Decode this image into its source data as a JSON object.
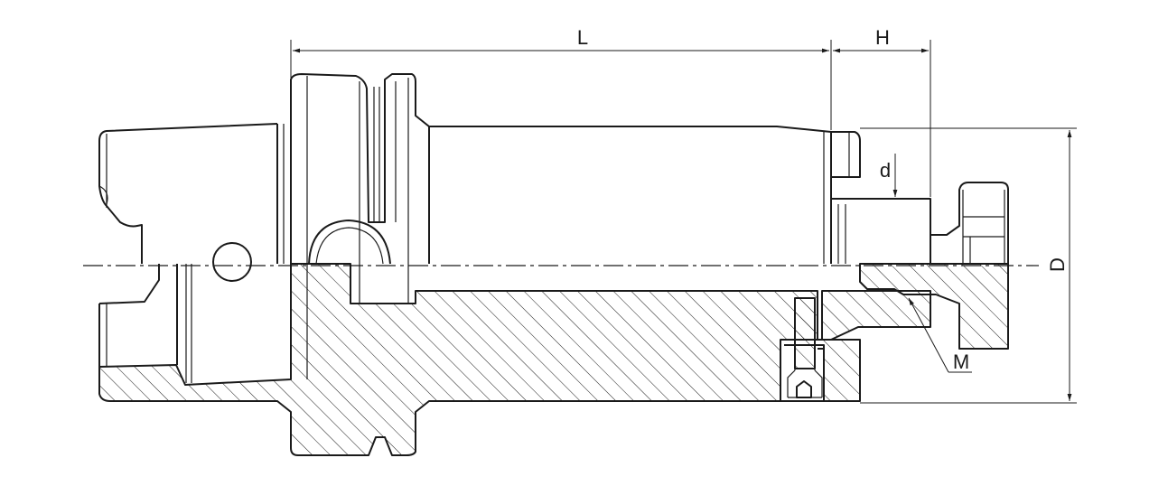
{
  "diagram": {
    "labels": {
      "L": "L",
      "H": "H",
      "d": "d",
      "D": "D",
      "M": "M"
    }
  }
}
